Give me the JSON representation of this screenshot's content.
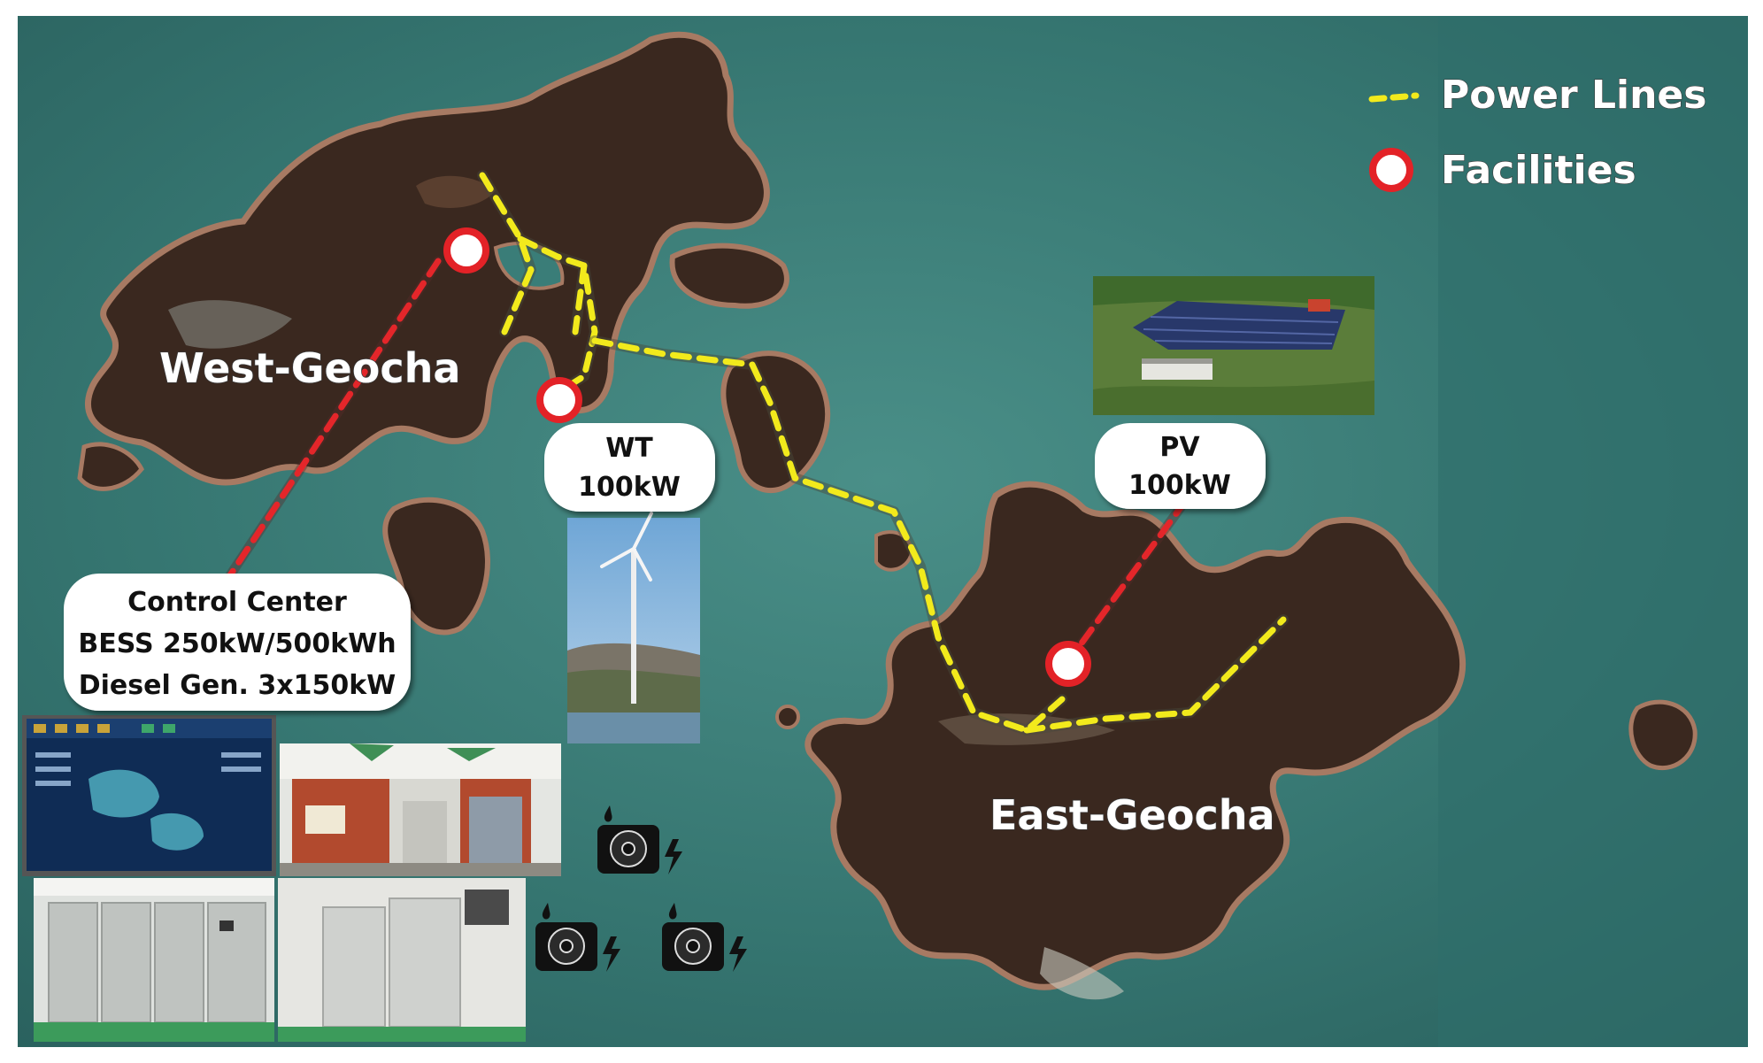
{
  "legend": {
    "power_lines": "Power Lines",
    "facilities": "Facilities"
  },
  "islands": {
    "west": "West-Geocha",
    "east": "East-Geocha"
  },
  "callouts": {
    "wt": {
      "line1": "WT",
      "line2": "100kW"
    },
    "pv": {
      "line1": "PV",
      "line2": "100kW"
    },
    "control": {
      "line1": "Control Center",
      "line2": "BESS 250kW/500kWh",
      "line3": "Diesel Gen. 3x150kW"
    }
  },
  "colors": {
    "sea": "#3a7d78",
    "sea_dark": "#2f6c68",
    "land": "#3b2a20",
    "shore": "#a67a64",
    "power_line": "#f2ea1c",
    "facility_link": "#e4262a",
    "facility_ring": "#e32227"
  },
  "icons": [
    "wind-turbine-photo",
    "solar-farm-photo",
    "scada-screen-photo",
    "building-photo",
    "cabinet-photo",
    "diesel-generator-icon"
  ]
}
